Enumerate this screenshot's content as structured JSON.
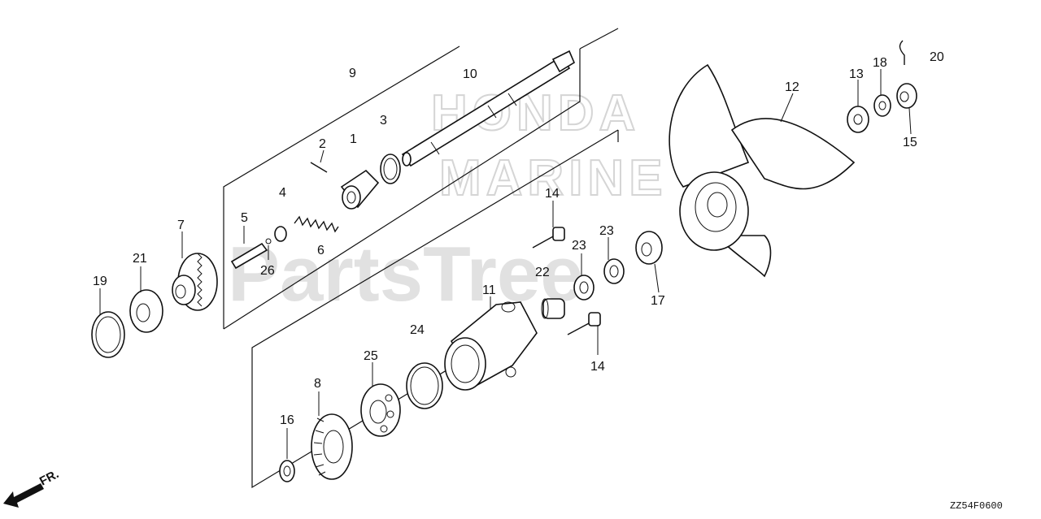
{
  "watermark": {
    "brand_top": "HONDA",
    "brand_mid": "MARINE",
    "site": "PartsTree"
  },
  "callouts": [
    "1",
    "2",
    "3",
    "4",
    "5",
    "6",
    "7",
    "8",
    "9",
    "10",
    "11",
    "12",
    "13",
    "14",
    "14",
    "15",
    "16",
    "17",
    "18",
    "19",
    "20",
    "21",
    "22",
    "23",
    "23",
    "24",
    "25",
    "26"
  ],
  "direction_label": "FR.",
  "drawing_code": "ZZ54F0600"
}
